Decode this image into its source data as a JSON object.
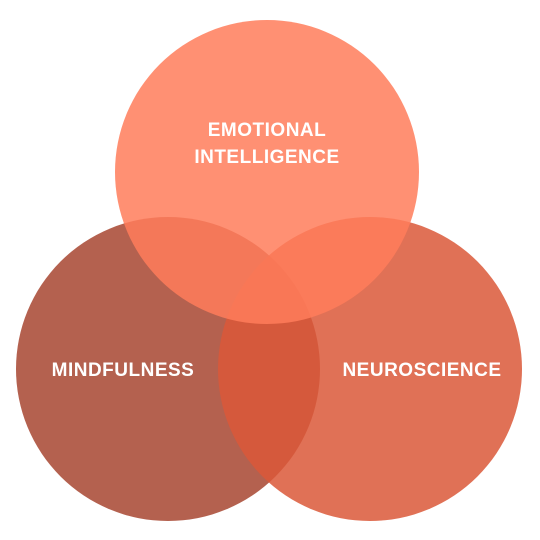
{
  "diagram": {
    "type": "venn",
    "circles": [
      {
        "id": "emotional-intelligence",
        "label_lines": [
          "EMOTIONAL",
          "INTELLIGENCE"
        ],
        "color": "#FF7C5A"
      },
      {
        "id": "mindfulness",
        "label_lines": [
          "MINDFULNESS"
        ],
        "color": "#A74530"
      },
      {
        "id": "neuroscience",
        "label_lines": [
          "NEUROSCIENCE"
        ],
        "color": "#DA5838"
      }
    ]
  }
}
